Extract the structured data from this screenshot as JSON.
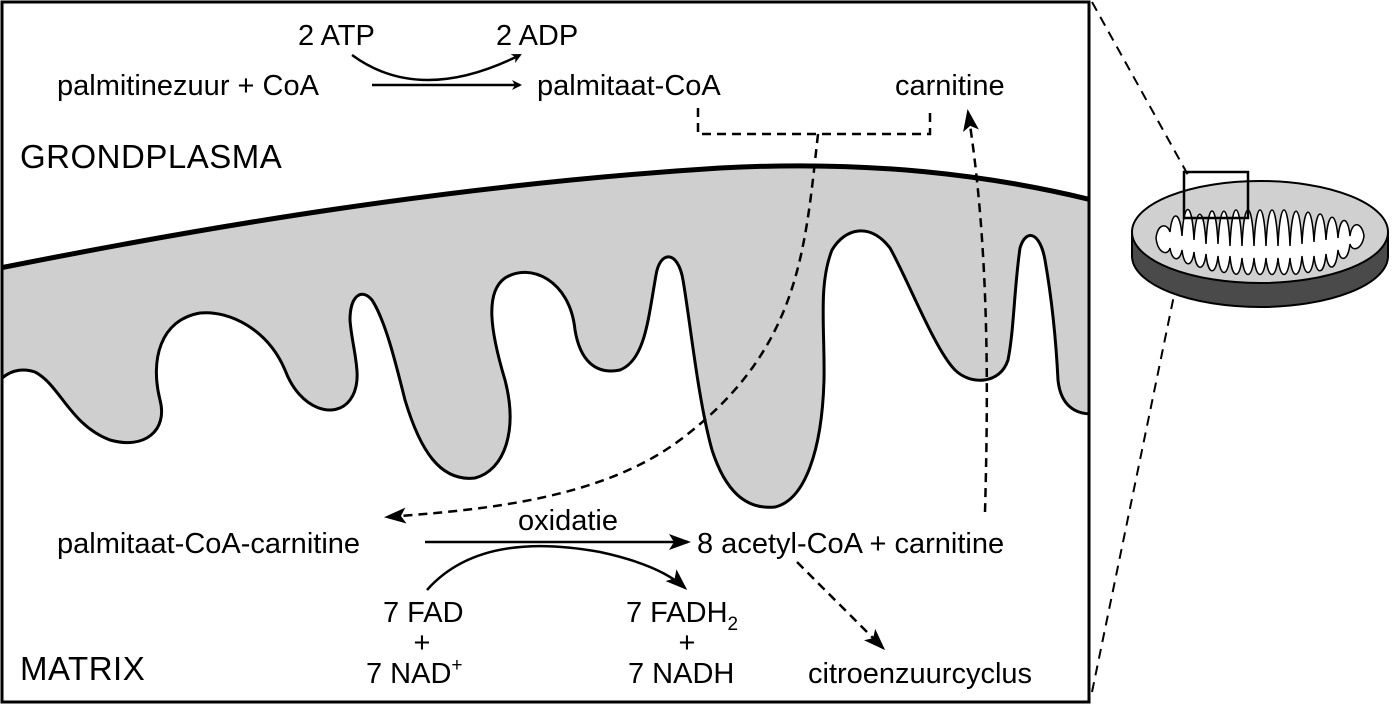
{
  "labels": {
    "atp": "2 ATP",
    "adp": "2 ADP",
    "reactant": "palmitinezuur + CoA",
    "product1": "palmitaat-CoA",
    "carnitine_top": "carnitine",
    "cytoplasm_region": "GRONDPLASMA",
    "complex": "palmitaat-CoA-carnitine",
    "oxidation": "oxidatie",
    "product2": "8 acetyl-CoA + carnitine",
    "fad": "7 FAD",
    "plus_left": "+",
    "nad": "7 NAD",
    "nad_sup": "+",
    "fadh": "7 FADH",
    "fadh_sub": "2",
    "plus_right": "+",
    "nadh": "7 NADH",
    "matrix_region": "MATRIX",
    "cycle": "citroenzuurcyclus"
  },
  "colors": {
    "membrane_fill": "#cfcfcf",
    "mito_top": "#d0d0d0",
    "mito_side": "#4a4a4a",
    "line": "#000000"
  }
}
